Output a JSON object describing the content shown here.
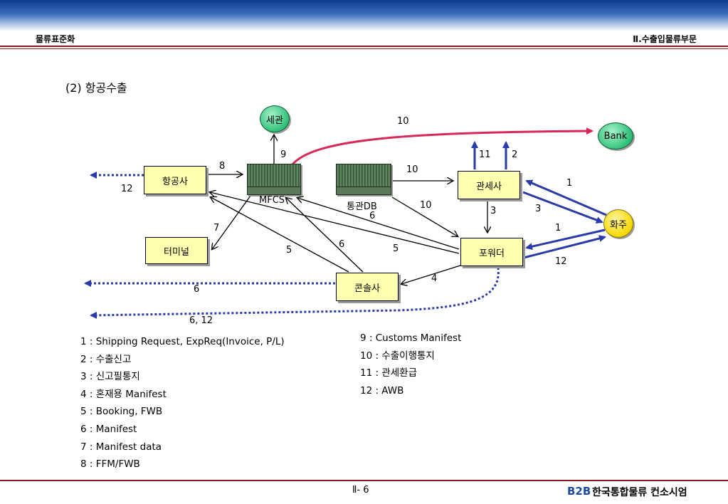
{
  "header": {
    "left_title": "물류표준화",
    "right_title": "Ⅱ.수출입물류부문"
  },
  "section_title": "(2) 항공수출",
  "nodes": {
    "customs": "세관",
    "bank": "Bank",
    "airline": "항공사",
    "mfcs": "MFCS",
    "customs_db": "통관DB",
    "broker": "관세사",
    "shipper": "화주",
    "terminal": "터미널",
    "forwarder": "포워더",
    "consolidator": "콘솔사"
  },
  "edge_labels": {
    "mfcs_to_bank": "10",
    "mfcs_to_customs": "9",
    "airline_to_mfcs": "8",
    "airline_out": "12",
    "broker_up1": "11",
    "broker_up2": "2",
    "db_to_broker": "10",
    "shipper_to_broker": "1",
    "db_to_forwarder": "10",
    "forwarder_to_mfcs": "6",
    "broker_to_forwarder": "3",
    "broker_to_shipper": "3",
    "shipper_to_forwarder": "1",
    "mfcs_to_terminal": "7",
    "consol_to_airline": "5",
    "consol_to_mfcs": "6",
    "forwarder_to_airline": "5",
    "forwarder_to_consol": "4",
    "forwarder_to_shipper": "12",
    "consol_out": "6",
    "forwarder_out": "6, 12"
  },
  "legend_left": [
    "1 : Shipping Request, ExpReq(Invoice, P/L)",
    "2 : 수출신고",
    "3 : 신고필통지",
    "4 : 혼재용 Manifest",
    "5 : Booking, FWB",
    "6 : Manifest",
    "7 : Manifest data",
    "8 : FFM/FWB"
  ],
  "legend_right": [
    "9 : Customs Manifest",
    "10 : 수출이행통지",
    "11 : 관세환급",
    "12 : AWB"
  ],
  "footer": {
    "page_number": "Ⅱ- 6",
    "logo_text": "B2B",
    "company": "한국통합물류 컨소시엄"
  },
  "colors": {
    "header_band": "#0e3a8c",
    "rule": "#8b1a1a",
    "bank_arrow": "#d6295a",
    "shipper_arrows": "#2a3aa8",
    "box_fill": "#ffffb0",
    "oval_green": "#30c07a",
    "oval_yellow": "#f5d800"
  }
}
